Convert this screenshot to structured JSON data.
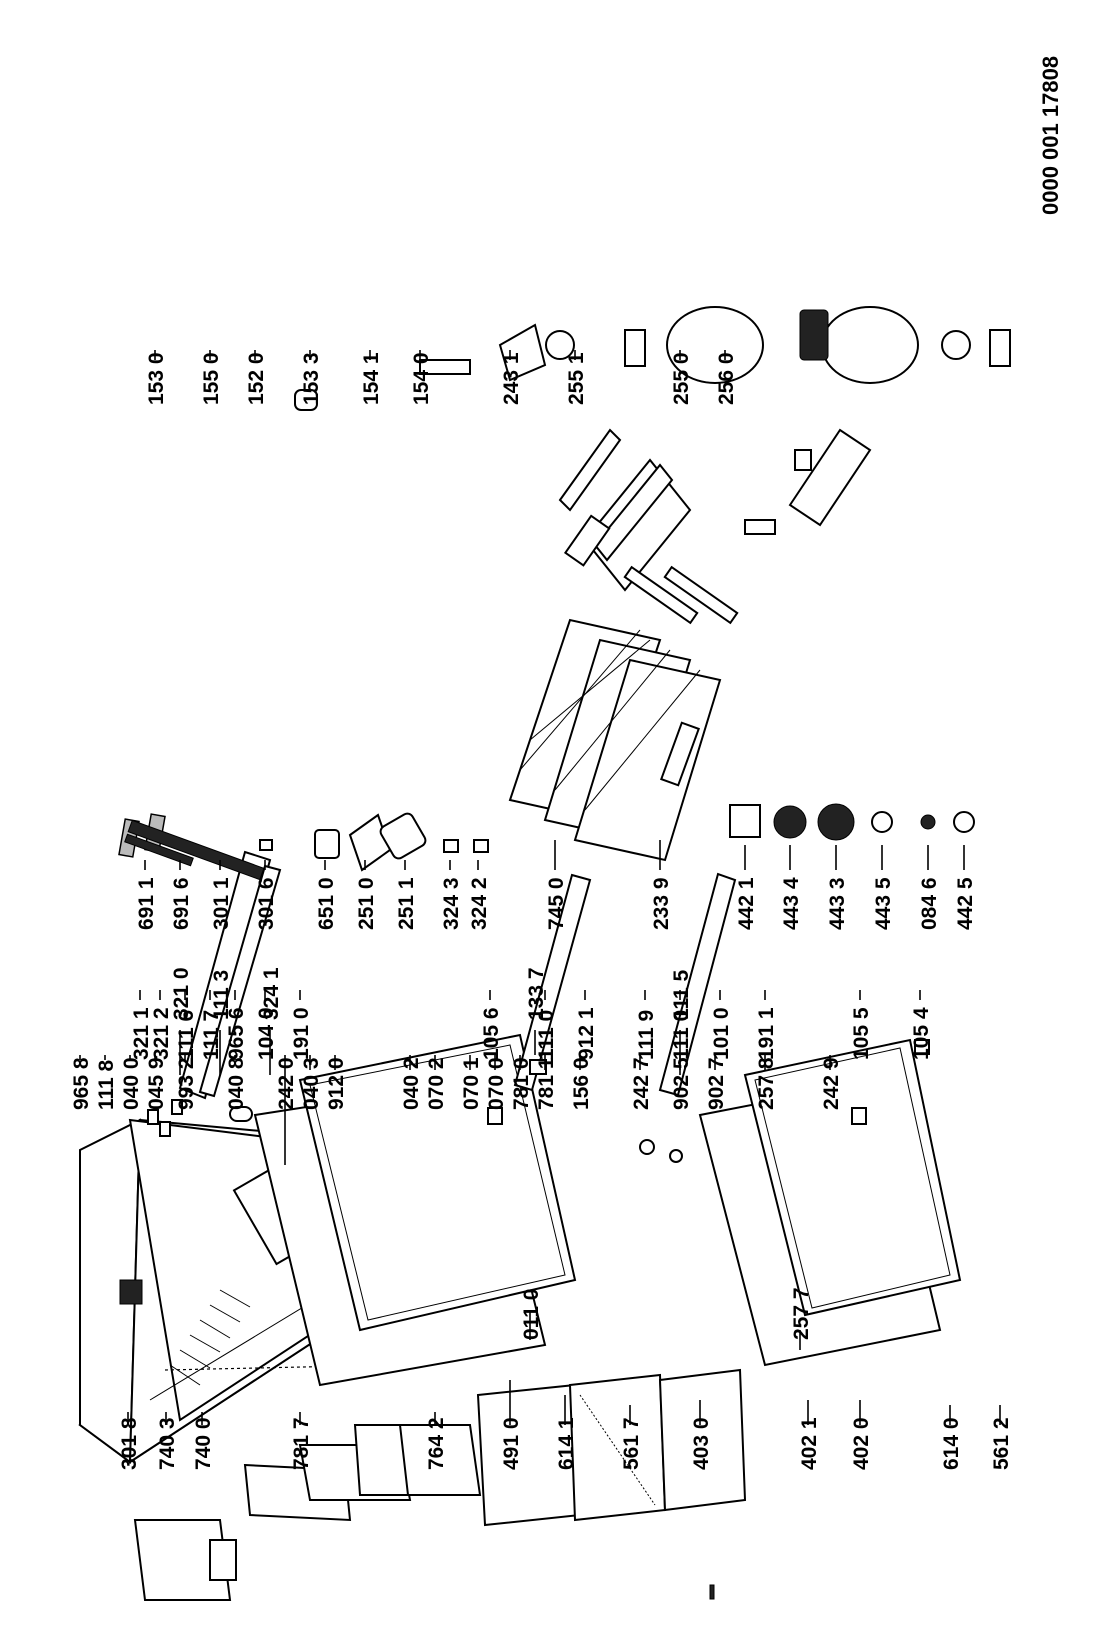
{
  "document_code": "0000 001 17808",
  "labels": [
    "301 8",
    "740 3",
    "740 0",
    "781 7",
    "764 2",
    "491 0",
    "614 1",
    "561 7",
    "403 0",
    "402 1",
    "402 0",
    "614 0",
    "561 2",
    "011 0",
    "257 7",
    "965 8",
    "111 8",
    "040 0",
    "045 9",
    "993 2",
    "040 8",
    "242 0",
    "040 3",
    "912 0",
    "040 2",
    "070 2",
    "070 1",
    "070 0",
    "781 0",
    "781 1",
    "156 0",
    "242 7",
    "902 5",
    "902 7",
    "257 8",
    "242 9",
    "691 1",
    "691 6",
    "301 1",
    "301 6",
    "651 0",
    "251 0",
    "251 1",
    "324 3",
    "324 2",
    "745 0",
    "233 9",
    "442 1",
    "443 4",
    "443 3",
    "443 5",
    "084 6",
    "442 5",
    "321 0",
    "111 3",
    "324 1",
    "133 7",
    "111 5",
    "321 1",
    "321 2",
    "111 6",
    "111 7",
    "965 6",
    "104 0",
    "191 0",
    "105 6",
    "111 0",
    "912 1",
    "111 9",
    "111 0",
    "101 0",
    "191 1",
    "105 5",
    "105 4",
    "153 0",
    "155 0",
    "152 0",
    "153 3",
    "154 1",
    "154 0",
    "243 1",
    "255 1",
    "255 0",
    "256 0"
  ]
}
